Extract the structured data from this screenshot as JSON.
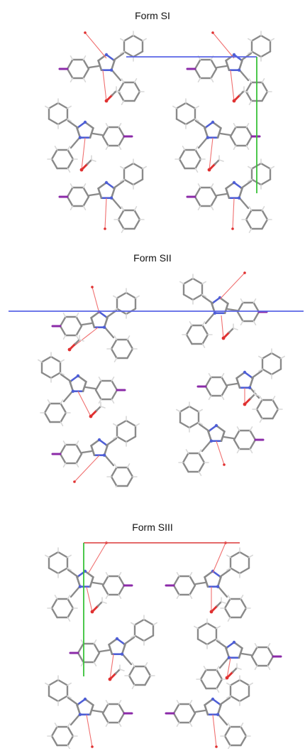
{
  "figure": {
    "panels": [
      {
        "title": "Form SI"
      },
      {
        "title": "Form SII"
      },
      {
        "title": "Form SIII"
      }
    ]
  },
  "colors": {
    "carbon": "#8a8a8a",
    "hydrogen": "#d9d9d9",
    "nitrogen": "#4f5fd6",
    "oxygen": "#e03030",
    "iodine": "#8b2aa8",
    "hbond": "#f07070",
    "axis_a": "#e05555",
    "axis_b": "#39c239",
    "axis_c": "#5a64e6"
  }
}
